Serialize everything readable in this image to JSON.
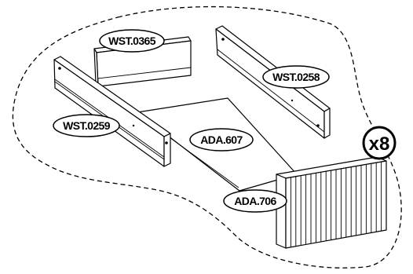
{
  "labels": {
    "wst_0365": "WST.0365",
    "wst_0258": "WST.0258",
    "wst_0259": "WST.0259",
    "ada_607": "ADA.607",
    "ada_706": "ADA.706"
  },
  "quantity": "x8"
}
